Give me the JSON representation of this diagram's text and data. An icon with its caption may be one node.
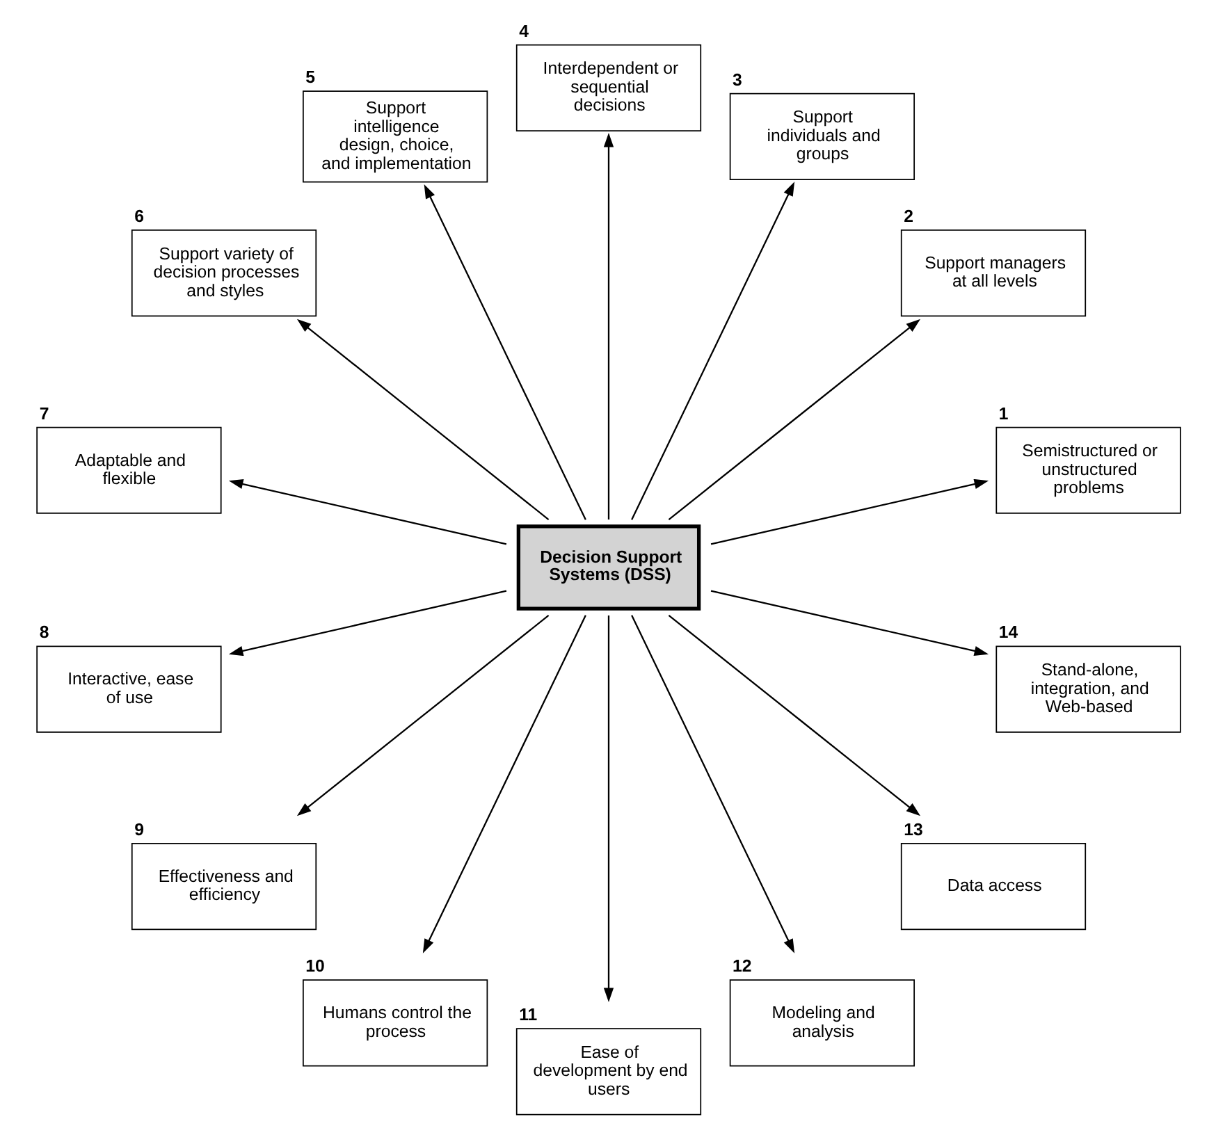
{
  "diagram": {
    "nodes": [
      {
        "text": [
          "Decision Support Systems (DSS)"
        ]
      },
      {
        "text": [
          "Semistructured or unstructured problems"
        ],
        "beside": [
          "1"
        ]
      },
      {
        "text": [
          "Support managers at all levels"
        ],
        "beside": [
          "2"
        ]
      },
      {
        "text": [
          "Support individuals and groups"
        ],
        "beside": [
          "3"
        ]
      },
      {
        "text": [
          "Interdependent or sequential decisions"
        ],
        "beside": [
          "4"
        ]
      },
      {
        "text": [
          "Support intelligence design, choice, and implementation"
        ],
        "beside": [
          "5"
        ]
      },
      {
        "text": [
          "Support variety of decision processes and styles"
        ],
        "beside": [
          "6"
        ]
      },
      {
        "text": [
          "Adaptable and flexible"
        ],
        "beside": [
          "7"
        ]
      },
      {
        "text": [
          "Interactive, ease of use"
        ],
        "beside": [
          "8"
        ]
      },
      {
        "text": [
          "Effectiveness and efficiency"
        ],
        "beside": [
          "9"
        ]
      },
      {
        "text": [
          "Humans control the process"
        ],
        "beside": [
          "10"
        ]
      },
      {
        "text": [
          "Ease of development by end users"
        ],
        "beside": [
          "11"
        ]
      },
      {
        "text": [
          "Modeling and analysis"
        ],
        "beside": [
          "12"
        ]
      },
      {
        "text": [
          "Data access"
        ],
        "beside": [
          "13"
        ]
      },
      {
        "text": [
          "Stand-alone, integration, and Web-based"
        ],
        "beside": [
          "14"
        ]
      }
    ],
    "edges": [
      {
        "from": 0,
        "to": 1,
        "arrow": "to"
      },
      {
        "from": 0,
        "to": 2,
        "arrow": "to"
      },
      {
        "from": 0,
        "to": 3,
        "arrow": "to"
      },
      {
        "from": 0,
        "to": 4,
        "arrow": "to"
      },
      {
        "from": 0,
        "to": 5,
        "arrow": "to"
      },
      {
        "from": 0,
        "to": 6,
        "arrow": "to"
      },
      {
        "from": 0,
        "to": 7,
        "arrow": "to"
      },
      {
        "from": 0,
        "to": 8,
        "arrow": "to"
      },
      {
        "from": 0,
        "to": 9,
        "arrow": "to"
      },
      {
        "from": 0,
        "to": 10,
        "arrow": "to"
      },
      {
        "from": 0,
        "to": 11,
        "arrow": "to"
      },
      {
        "from": 0,
        "to": 12,
        "arrow": "to"
      },
      {
        "from": 0,
        "to": 13,
        "arrow": "to"
      },
      {
        "from": 0,
        "to": 14,
        "arrow": "to"
      }
    ]
  }
}
